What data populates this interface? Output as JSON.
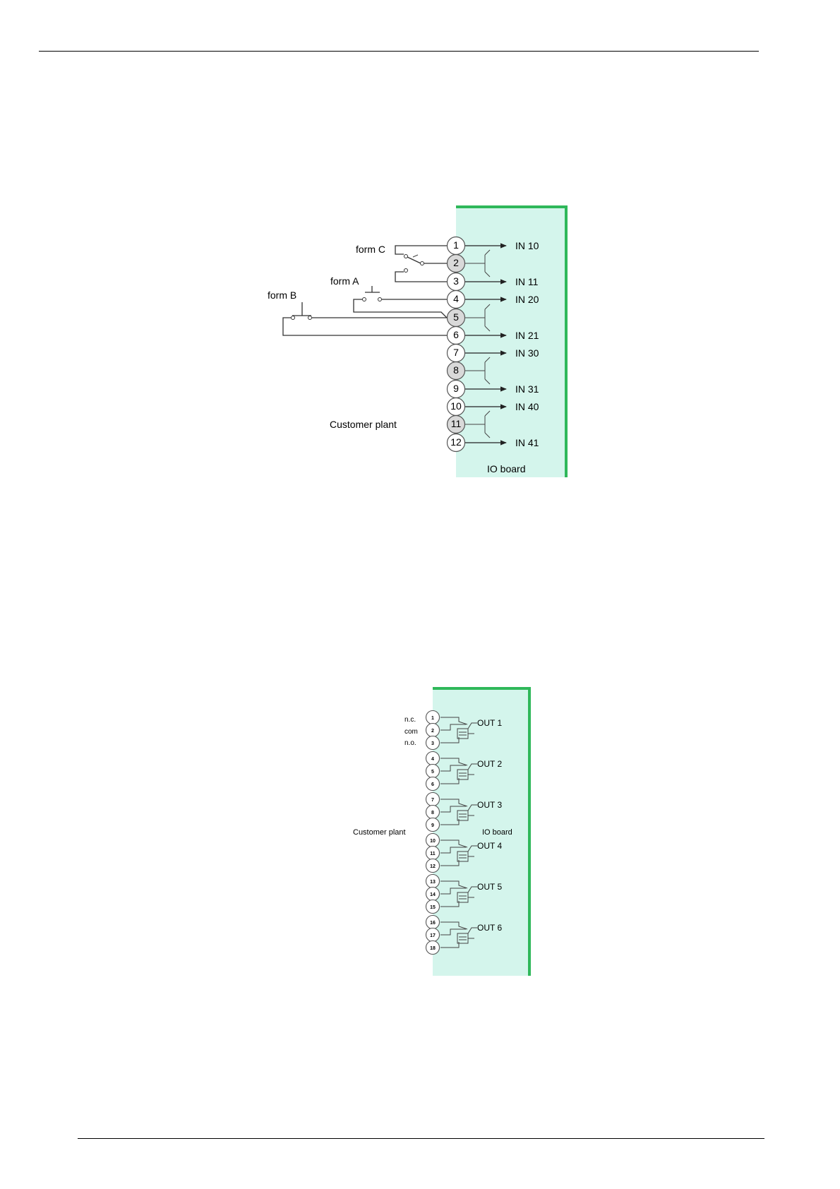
{
  "colors": {
    "board_fill": "#d4f5ec",
    "board_edge": "#2fb85a",
    "terminal_common": "#d9d9d9"
  },
  "input_diagram": {
    "board_label": "IO board",
    "plant_label": "Customer plant",
    "contact_labels": {
      "form_c": "form C",
      "form_a": "form A",
      "form_b": "form B"
    },
    "terminals": [
      {
        "n": "1",
        "input": "IN 10",
        "common": false
      },
      {
        "n": "2",
        "input": "",
        "common": true
      },
      {
        "n": "3",
        "input": "IN 11",
        "common": false
      },
      {
        "n": "4",
        "input": "IN 20",
        "common": false
      },
      {
        "n": "5",
        "input": "",
        "common": true
      },
      {
        "n": "6",
        "input": "IN 21",
        "common": false
      },
      {
        "n": "7",
        "input": "IN 30",
        "common": false
      },
      {
        "n": "8",
        "input": "",
        "common": true
      },
      {
        "n": "9",
        "input": "IN 31",
        "common": false
      },
      {
        "n": "10",
        "input": "IN 40",
        "common": false
      },
      {
        "n": "11",
        "input": "",
        "common": true
      },
      {
        "n": "12",
        "input": "IN 41",
        "common": false
      }
    ]
  },
  "output_diagram": {
    "board_label": "IO board",
    "plant_label": "Customer plant",
    "contact_labels": [
      "n.c.",
      "com",
      "n.o."
    ],
    "relays": [
      {
        "label": "OUT 1",
        "terminals": [
          "1",
          "2",
          "3"
        ]
      },
      {
        "label": "OUT 2",
        "terminals": [
          "4",
          "5",
          "6"
        ]
      },
      {
        "label": "OUT 3",
        "terminals": [
          "7",
          "8",
          "9"
        ]
      },
      {
        "label": "OUT 4",
        "terminals": [
          "10",
          "11",
          "12"
        ]
      },
      {
        "label": "OUT 5",
        "terminals": [
          "13",
          "14",
          "15"
        ]
      },
      {
        "label": "OUT 6",
        "terminals": [
          "16",
          "17",
          "18"
        ]
      }
    ]
  }
}
